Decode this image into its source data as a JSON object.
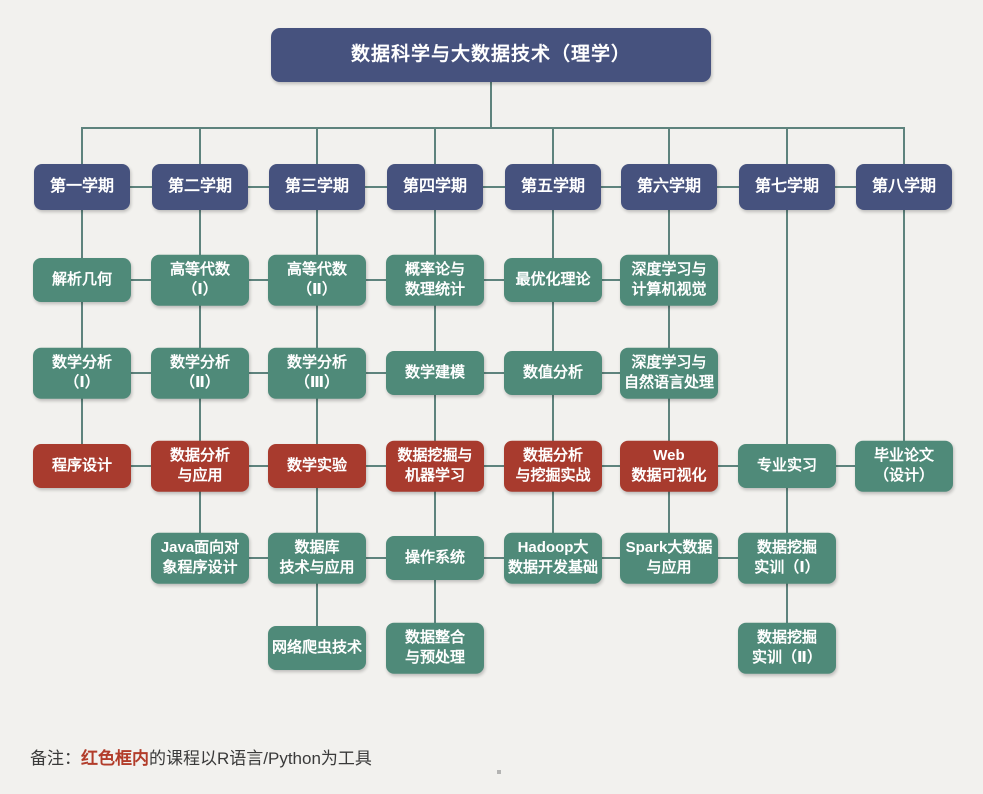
{
  "title": "数据科学与大数据技术（理学）",
  "colors": {
    "background": "#f2f1ee",
    "header_blue": "#46527e",
    "course_green": "#4f8a79",
    "course_red": "#a83b2e",
    "line": "#5e837d",
    "note_red": "#b23c2a"
  },
  "legend": {
    "red_meaning": "红色框内的课程以R语言/Python为工具"
  },
  "note": {
    "prefix": "备注：",
    "highlight": "红色框内",
    "suffix": "的课程以R语言/Python为工具"
  },
  "semesters": [
    {
      "label": "第一学期",
      "courses": [
        {
          "name": "解析几何",
          "row": 1,
          "type": "green"
        },
        {
          "name": "数学分析\n（Ⅰ）",
          "row": 2,
          "type": "green"
        },
        {
          "name": "程序设计",
          "row": 3,
          "type": "red"
        }
      ]
    },
    {
      "label": "第二学期",
      "courses": [
        {
          "name": "高等代数\n（Ⅰ）",
          "row": 1,
          "type": "green"
        },
        {
          "name": "数学分析\n（Ⅱ）",
          "row": 2,
          "type": "green"
        },
        {
          "name": "数据分析\n与应用",
          "row": 3,
          "type": "red"
        },
        {
          "name": "Java面向对\n象程序设计",
          "row": 4,
          "type": "green"
        }
      ]
    },
    {
      "label": "第三学期",
      "courses": [
        {
          "name": "高等代数\n（Ⅱ）",
          "row": 1,
          "type": "green"
        },
        {
          "name": "数学分析\n（Ⅲ）",
          "row": 2,
          "type": "green"
        },
        {
          "name": "数学实验",
          "row": 3,
          "type": "red"
        },
        {
          "name": "数据库\n技术与应用",
          "row": 4,
          "type": "green"
        },
        {
          "name": "网络爬虫技术",
          "row": 5,
          "type": "green"
        }
      ]
    },
    {
      "label": "第四学期",
      "courses": [
        {
          "name": "概率论与\n数理统计",
          "row": 1,
          "type": "green"
        },
        {
          "name": "数学建模",
          "row": 2,
          "type": "green"
        },
        {
          "name": "数据挖掘与\n机器学习",
          "row": 3,
          "type": "red"
        },
        {
          "name": "操作系统",
          "row": 4,
          "type": "green"
        },
        {
          "name": "数据整合\n与预处理",
          "row": 5,
          "type": "green"
        }
      ]
    },
    {
      "label": "第五学期",
      "courses": [
        {
          "name": "最优化理论",
          "row": 1,
          "type": "green"
        },
        {
          "name": "数值分析",
          "row": 2,
          "type": "green"
        },
        {
          "name": "数据分析\n与挖掘实战",
          "row": 3,
          "type": "red"
        },
        {
          "name": "Hadoop大\n数据开发基础",
          "row": 4,
          "type": "green"
        }
      ]
    },
    {
      "label": "第六学期",
      "courses": [
        {
          "name": "深度学习与\n计算机视觉",
          "row": 1,
          "type": "green"
        },
        {
          "name": "深度学习与\n自然语言处理",
          "row": 2,
          "type": "green"
        },
        {
          "name": "Web\n数据可视化",
          "row": 3,
          "type": "red"
        },
        {
          "name": "Spark大数据\n与应用",
          "row": 4,
          "type": "green"
        }
      ]
    },
    {
      "label": "第七学期",
      "courses": [
        {
          "name": "专业实习",
          "row": 3,
          "type": "green"
        },
        {
          "name": "数据挖掘\n实训（Ⅰ）",
          "row": 4,
          "type": "green"
        },
        {
          "name": "数据挖掘\n实训（Ⅱ）",
          "row": 5,
          "type": "green"
        }
      ]
    },
    {
      "label": "第八学期",
      "courses": [
        {
          "name": "毕业论文\n（设计）",
          "row": 3,
          "type": "green"
        }
      ]
    }
  ]
}
